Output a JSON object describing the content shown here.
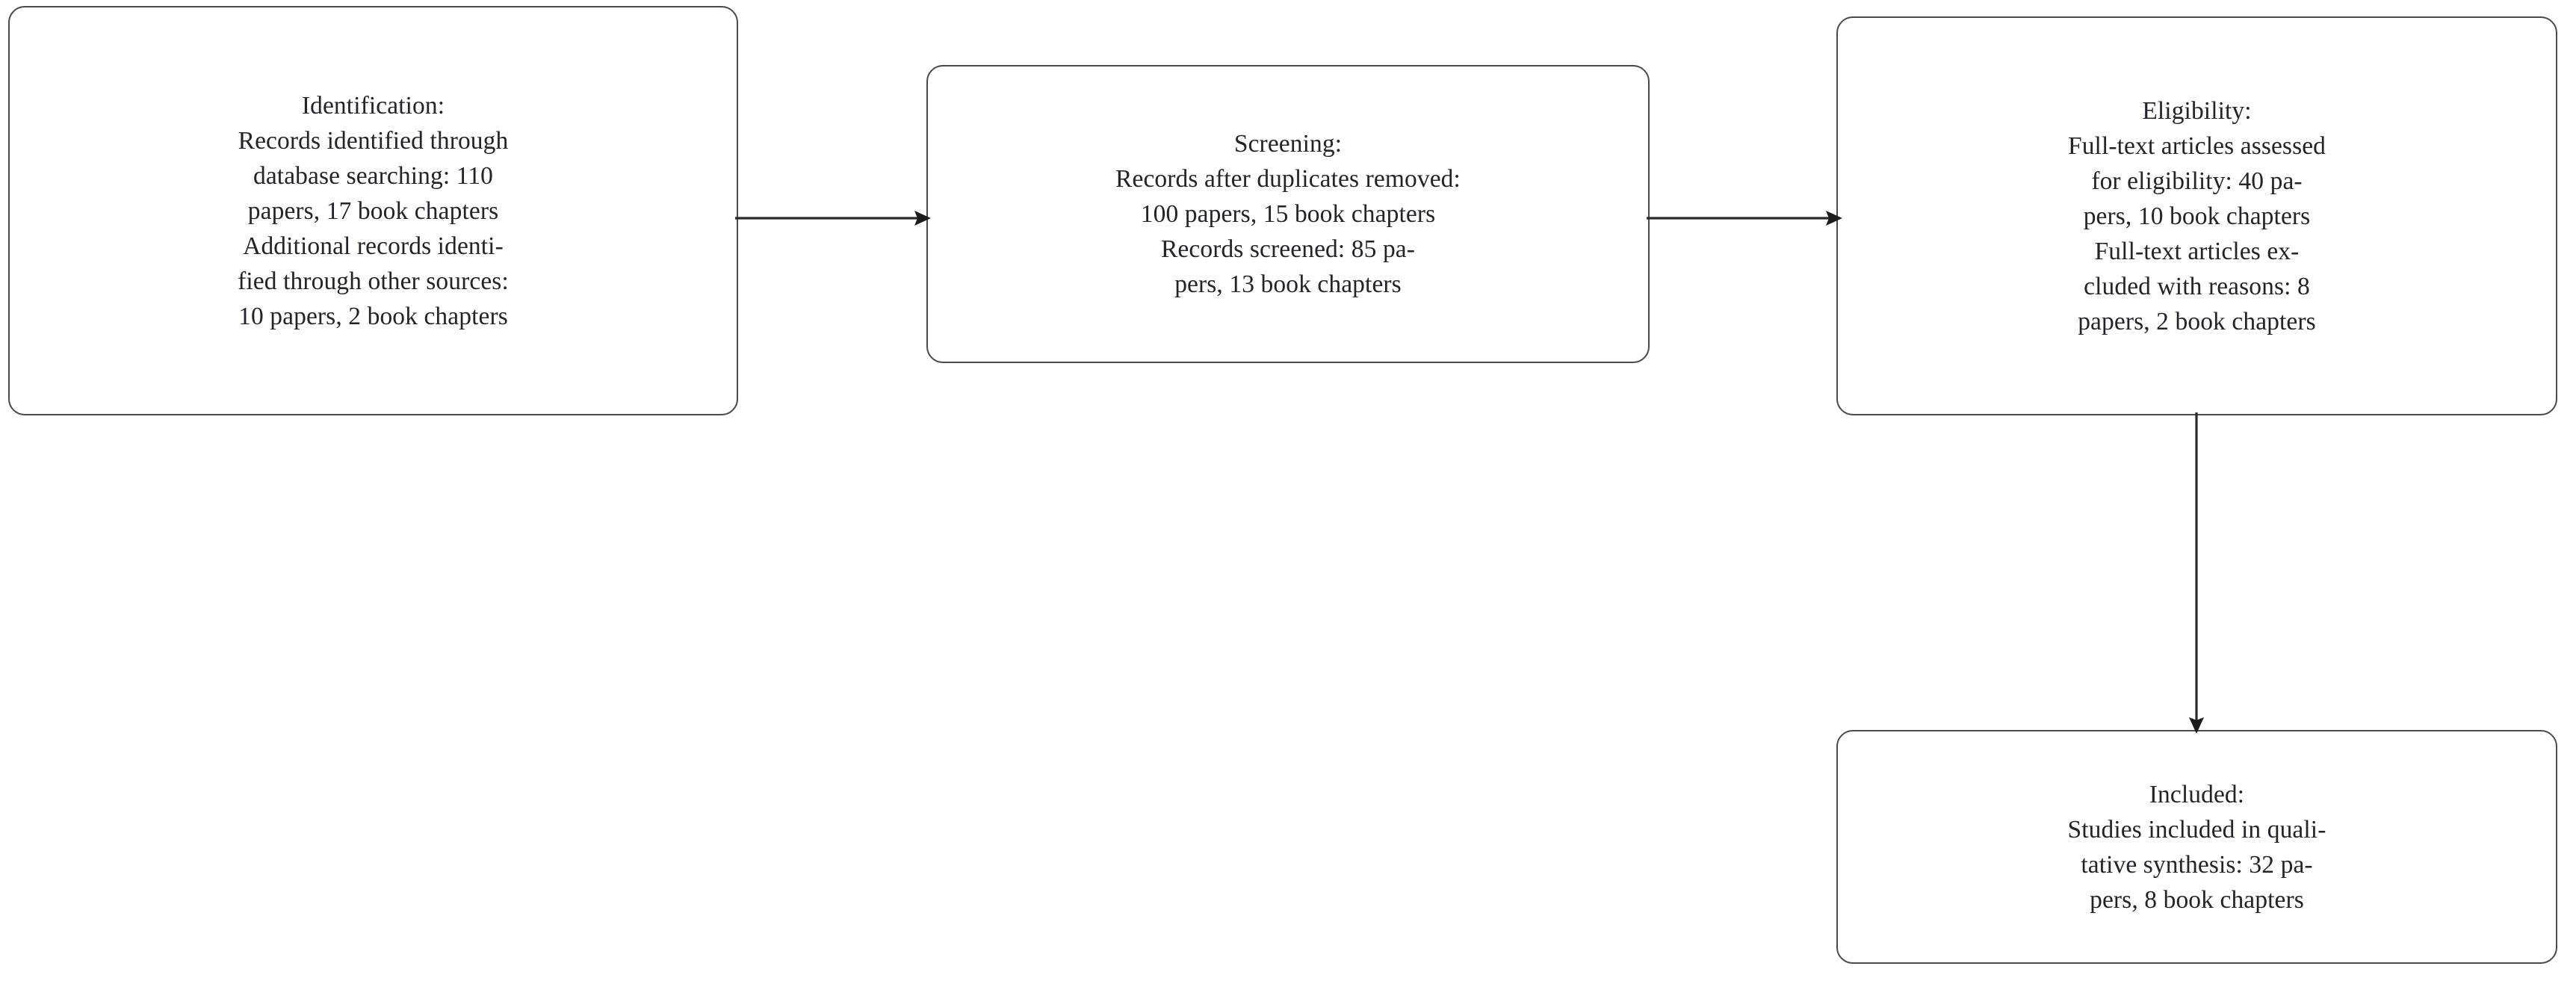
{
  "diagram": {
    "type": "prisma-flow-diagram",
    "background_color": "#ffffff",
    "box_border_color": "#4a4a4a",
    "text_color": "#23232b",
    "arrow_color": "#1c1c1c",
    "boxes": [
      {
        "id": "identification",
        "heading": "Identification:",
        "lines": [
          "Identification:",
          "Records identified through",
          "database searching:  110",
          "papers, 17 book chapters",
          "Additional records identi-",
          "fied through other sources:",
          "10 papers, 2 book chapters"
        ],
        "counts": {
          "records_identified_through_database_searching_papers": 110,
          "records_identified_through_database_searching_book_chapters": 17,
          "additional_records_identified_through_other_sources_papers": 10,
          "additional_records_identified_through_other_sources_book_chapters": 2
        }
      },
      {
        "id": "screening",
        "heading": "Screening:",
        "lines": [
          "Screening:",
          "Records after duplicates removed:",
          "100 papers, 15 book chapters",
          "Records screened:  85 pa-",
          "pers, 13 book chapters"
        ],
        "counts": {
          "records_after_duplicates_removed_papers": 100,
          "records_after_duplicates_removed_book_chapters": 15,
          "records_screened_papers": 85,
          "records_screened_book_chapters": 13
        }
      },
      {
        "id": "eligibility",
        "heading": "Eligibility:",
        "lines": [
          "Eligibility:",
          "Full-text articles assessed",
          "for eligibility:  40 pa-",
          "pers, 10 book chapters",
          "Full-text articles ex-",
          "cluded with reasons:  8",
          "papers, 2 book chapters"
        ],
        "counts": {
          "full_text_articles_assessed_for_eligibility_papers": 40,
          "full_text_articles_assessed_for_eligibility_book_chapters": 10,
          "full_text_articles_excluded_with_reasons_papers": 8,
          "full_text_articles_excluded_with_reasons_book_chapters": 2
        }
      },
      {
        "id": "included",
        "heading": "Included:",
        "lines": [
          "Included:",
          "Studies included in quali-",
          "tative synthesis:  32 pa-",
          "pers, 8 book chapters"
        ],
        "counts": {
          "studies_included_in_qualitative_synthesis_papers": 32,
          "studies_included_in_qualitative_synthesis_book_chapters": 8
        }
      }
    ],
    "arrows": [
      {
        "id": "identification-to-screening",
        "from": "identification",
        "to": "screening",
        "direction": "right"
      },
      {
        "id": "screening-to-eligibility",
        "from": "screening",
        "to": "eligibility",
        "direction": "right"
      },
      {
        "id": "eligibility-to-included",
        "from": "eligibility",
        "to": "included",
        "direction": "down"
      }
    ]
  }
}
